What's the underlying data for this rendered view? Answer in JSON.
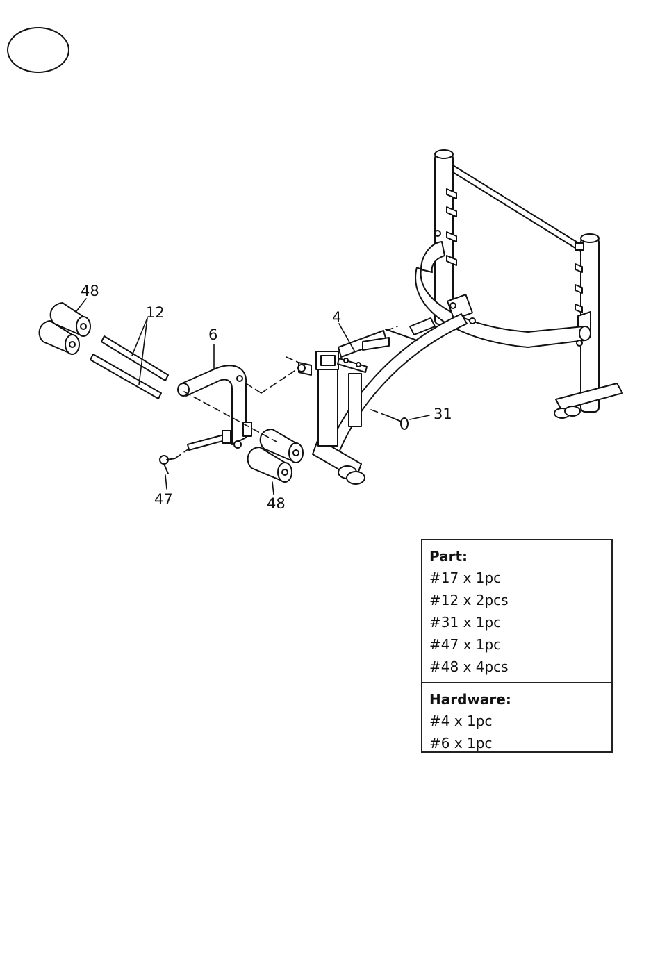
{
  "step_oval": {
    "label": ""
  },
  "callouts": {
    "c48_top": "48",
    "c12": "12",
    "c6": "6",
    "c4": "4",
    "c31": "31",
    "c47": "47",
    "c48_bottom": "48"
  },
  "parts_list": {
    "part_heading": "Part:",
    "parts": [
      "#17 x 1pc",
      "#12 x 2pcs",
      "#31 x 1pc",
      "#47 x 1pc",
      "#48 x 4pcs"
    ],
    "hardware_heading": "Hardware:",
    "hardware": [
      "#4 x 1pc",
      "#6 x 1pc"
    ]
  }
}
